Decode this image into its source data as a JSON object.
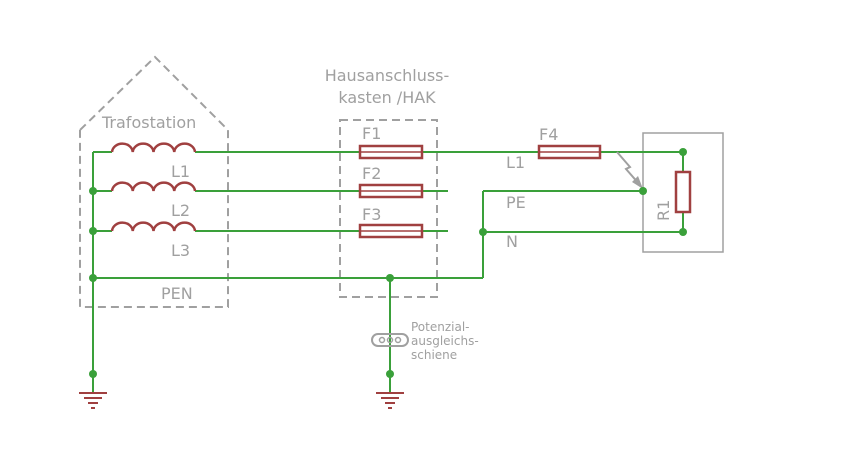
{
  "labels": {
    "trafostation": "Trafostation",
    "hak_line1": "Hausanschluss-",
    "hak_line2": "kasten /HAK",
    "l1_coil": "L1",
    "l2_coil": "L2",
    "l3_coil": "L3",
    "pen": "PEN",
    "f1": "F1",
    "f2": "F2",
    "f3": "F3",
    "f4": "F4",
    "l1_wire": "L1",
    "pe": "PE",
    "n": "N",
    "r1": "R1",
    "potential_line1": "Potenzial-",
    "potential_line2": "ausgleichs-",
    "potential_line3": "schiene"
  },
  "colors": {
    "wire": "#3aa03a",
    "component": "#a04040",
    "label": "#a0a0a0"
  }
}
